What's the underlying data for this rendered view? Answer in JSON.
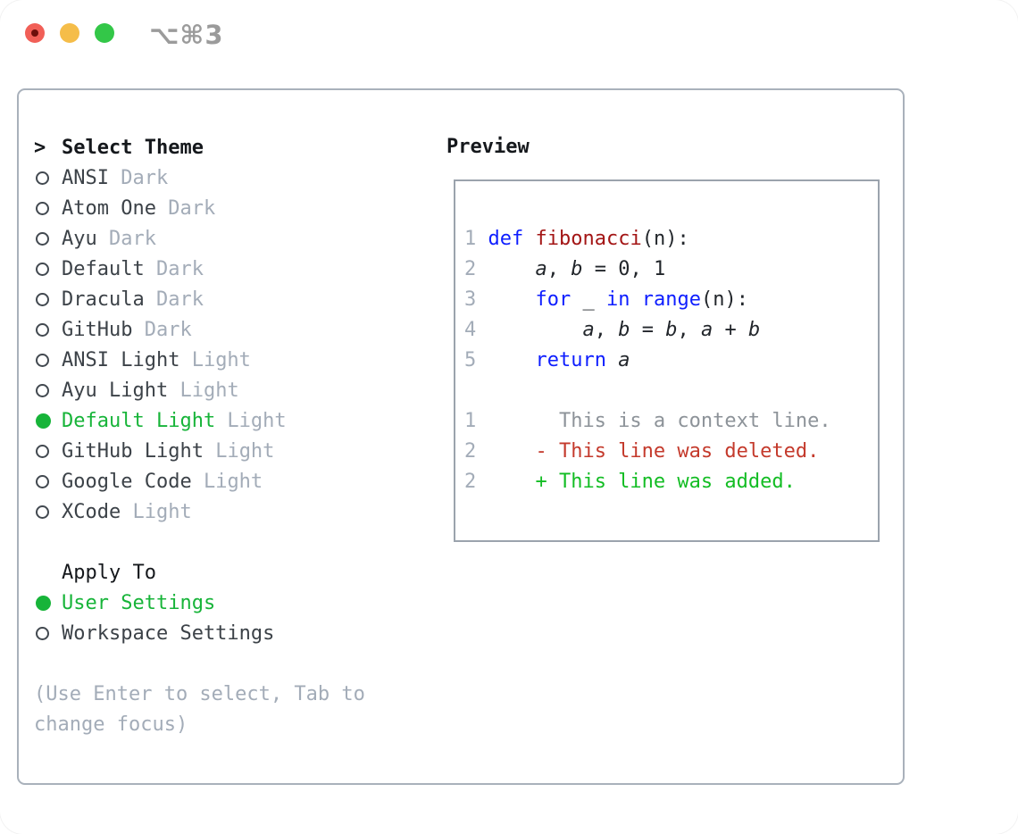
{
  "window": {
    "shortcut": "⌥⌘3"
  },
  "traffic_lights": {
    "close": "close-button",
    "minimize": "minimize-button",
    "zoom": "zoom-button"
  },
  "theme_picker": {
    "heading": "Select Theme",
    "focus_caret": ">",
    "items": [
      {
        "name": "ANSI",
        "variant": "Dark",
        "selected": false
      },
      {
        "name": "Atom One",
        "variant": "Dark",
        "selected": false
      },
      {
        "name": "Ayu",
        "variant": "Dark",
        "selected": false
      },
      {
        "name": "Default",
        "variant": "Dark",
        "selected": false
      },
      {
        "name": "Dracula",
        "variant": "Dark",
        "selected": false
      },
      {
        "name": "GitHub",
        "variant": "Dark",
        "selected": false
      },
      {
        "name": "ANSI Light",
        "variant": "Light",
        "selected": false
      },
      {
        "name": "Ayu Light",
        "variant": "Light",
        "selected": false
      },
      {
        "name": "Default Light",
        "variant": "Light",
        "selected": true
      },
      {
        "name": "GitHub Light",
        "variant": "Light",
        "selected": false
      },
      {
        "name": "Google Code",
        "variant": "Light",
        "selected": false
      },
      {
        "name": "XCode",
        "variant": "Light",
        "selected": false
      }
    ]
  },
  "apply_to": {
    "heading": "Apply To",
    "options": [
      {
        "label": "User Settings",
        "selected": true
      },
      {
        "label": "Workspace Settings",
        "selected": false
      }
    ]
  },
  "help_text": {
    "line1": "(Use Enter to select, Tab to",
    "line2": "change focus)"
  },
  "preview": {
    "heading": "Preview",
    "lines": [
      {
        "num": "1",
        "segments": [
          {
            "t": " ",
            "c": "pl"
          },
          {
            "t": "def",
            "c": "kw"
          },
          {
            "t": " ",
            "c": "pl"
          },
          {
            "t": "fibonacci",
            "c": "fn"
          },
          {
            "t": "(n):",
            "c": "pl"
          }
        ]
      },
      {
        "num": "2",
        "segments": [
          {
            "t": "     ",
            "c": "pl"
          },
          {
            "t": "a",
            "c": "var"
          },
          {
            "t": ", ",
            "c": "pl"
          },
          {
            "t": "b",
            "c": "var"
          },
          {
            "t": " = 0, 1",
            "c": "pl"
          }
        ]
      },
      {
        "num": "3",
        "segments": [
          {
            "t": "     ",
            "c": "pl"
          },
          {
            "t": "for",
            "c": "kw"
          },
          {
            "t": " _ ",
            "c": "pl"
          },
          {
            "t": "in",
            "c": "kw"
          },
          {
            "t": " ",
            "c": "pl"
          },
          {
            "t": "range",
            "c": "kw"
          },
          {
            "t": "(n):",
            "c": "pl"
          }
        ]
      },
      {
        "num": "4",
        "segments": [
          {
            "t": "         ",
            "c": "pl"
          },
          {
            "t": "a",
            "c": "var"
          },
          {
            "t": ", ",
            "c": "pl"
          },
          {
            "t": "b",
            "c": "var"
          },
          {
            "t": " = ",
            "c": "pl"
          },
          {
            "t": "b",
            "c": "var"
          },
          {
            "t": ", ",
            "c": "pl"
          },
          {
            "t": "a",
            "c": "var"
          },
          {
            "t": " + ",
            "c": "pl"
          },
          {
            "t": "b",
            "c": "var"
          }
        ]
      },
      {
        "num": "5",
        "segments": [
          {
            "t": "     ",
            "c": "pl"
          },
          {
            "t": "return",
            "c": "kw"
          },
          {
            "t": " ",
            "c": "pl"
          },
          {
            "t": "a",
            "c": "var"
          }
        ]
      },
      {
        "num": "",
        "segments": []
      },
      {
        "num": "1",
        "segments": [
          {
            "t": "       This is a context line.",
            "c": "ctx"
          }
        ]
      },
      {
        "num": "2",
        "segments": [
          {
            "t": "     ",
            "c": "pl"
          },
          {
            "t": "- This line was deleted.",
            "c": "del"
          }
        ]
      },
      {
        "num": "2",
        "segments": [
          {
            "t": "     ",
            "c": "pl"
          },
          {
            "t": "+ This line was added.",
            "c": "add"
          }
        ]
      }
    ]
  },
  "colors": {
    "accent_green": "#17b439",
    "added_green": "#13bd24",
    "deleted_red": "#c43a2c",
    "keyword_blue": "#0e1eff",
    "function_red": "#a31515",
    "code_text": "#22262b",
    "list_text": "#3c4248",
    "muted_gray": "#a3acb8",
    "context_gray": "#8d9399",
    "heading_black": "#15181c",
    "panel_border": "#a9b1bb",
    "preview_border": "#9ba3ad",
    "titlebar_gray": "#9b9b9b",
    "traffic_red": "#f15f57",
    "traffic_yellow": "#f5bd49",
    "traffic_green": "#33c748"
  }
}
